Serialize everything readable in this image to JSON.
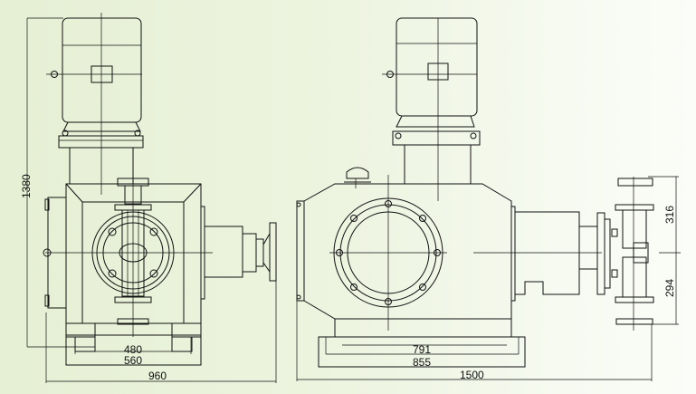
{
  "drawing": {
    "colors": {
      "line": "#111111",
      "background": "#e8f2d8"
    },
    "front_view": {
      "dimensions": {
        "overall_height": "1380",
        "foot_spacing": "480",
        "base_width": "560",
        "overall_width": "960"
      }
    },
    "side_view": {
      "dimensions": {
        "foot_spacing": "791",
        "base_length": "855",
        "overall_length": "1500",
        "upper_port_height": "316",
        "lower_port_height": "294"
      }
    }
  }
}
